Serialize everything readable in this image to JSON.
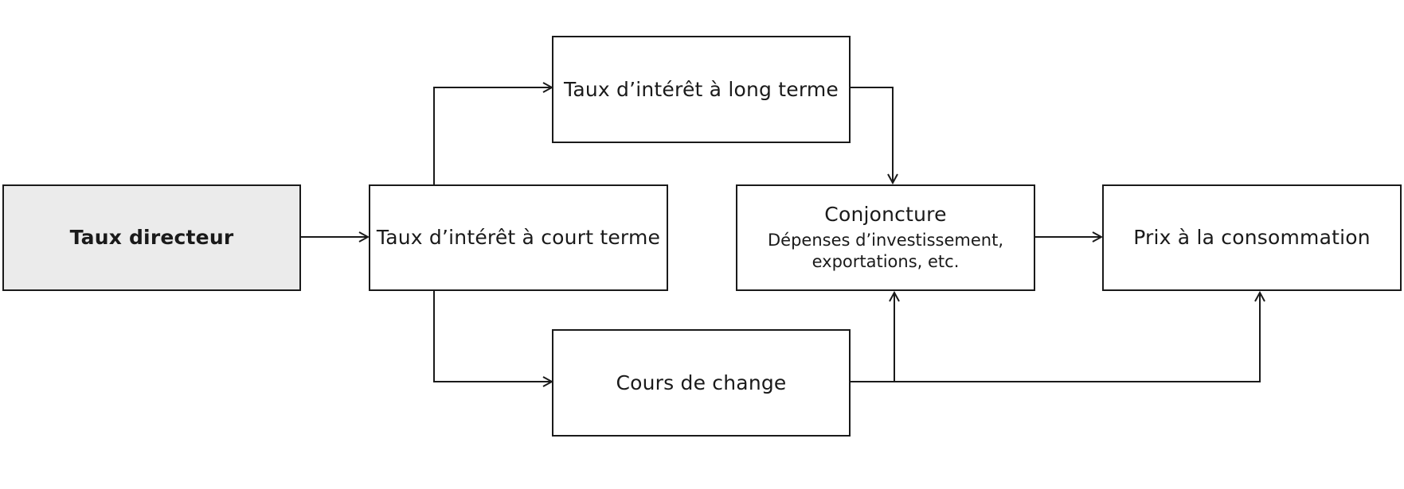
{
  "nodes": {
    "taux_directeur": {
      "label": "Taux directeur"
    },
    "court_terme": {
      "label": "Taux d’intérêt à court terme"
    },
    "long_terme": {
      "label": "Taux d’intérêt à long terme"
    },
    "change": {
      "label": "Cours de change"
    },
    "conjoncture": {
      "label": "Conjoncture",
      "detail_line1": "Dépenses d’investissement,",
      "detail_line2": "exportations, etc."
    },
    "prix": {
      "label": "Prix à la consommation"
    }
  },
  "colors": {
    "stroke": "#1a1a1a",
    "highlight_fill": "#ebebeb",
    "default_fill": "#ffffff"
  }
}
